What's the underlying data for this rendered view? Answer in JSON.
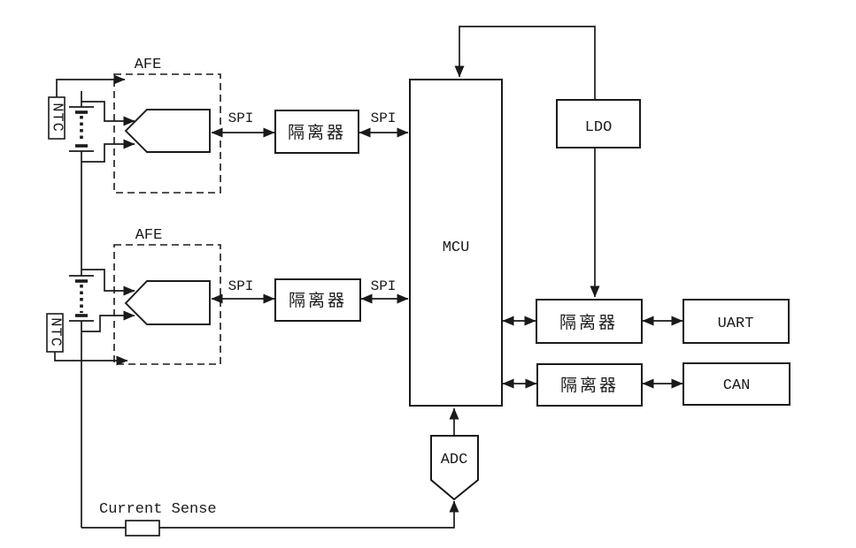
{
  "canvas": {
    "background": "#ffffff",
    "line_color": "#1a1a1a"
  },
  "blocks": {
    "afe1": "AFE",
    "afe2": "AFE",
    "ntc1": "NTC",
    "ntc2": "NTC",
    "isolator_spi1": "隔离器",
    "isolator_spi2": "隔离器",
    "isolator_uart": "隔离器",
    "isolator_can": "隔离器",
    "mcu": "MCU",
    "ldo": "LDO",
    "uart": "UART",
    "can": "CAN",
    "adc": "ADC",
    "current_sense": "Current Sense"
  },
  "bus_labels": {
    "spi_afe1_iso": "SPI",
    "spi_iso1_mcu": "SPI",
    "spi_afe2_iso": "SPI",
    "spi_iso2_mcu": "SPI"
  }
}
